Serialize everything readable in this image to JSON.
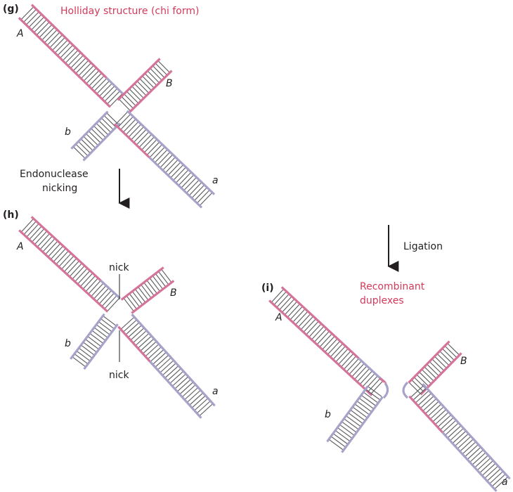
{
  "colors": {
    "pink": "#d5739a",
    "lavender": "#a6a2c9",
    "rung": "#58595b",
    "label_red": "#d33a5a",
    "arrow": "#231f20"
  },
  "panel_g": {
    "label": "(g)",
    "title": "Holliday structure (chi form)",
    "alleles": {
      "A": "A",
      "B": "B",
      "b": "b",
      "a": "a"
    },
    "step_label_line1": "Endonuclease",
    "step_label_line2": "nicking"
  },
  "panel_h": {
    "label": "(h)",
    "alleles": {
      "A": "A",
      "B": "B",
      "b": "b",
      "a": "a"
    },
    "nick_top": "nick",
    "nick_bottom": "nick"
  },
  "panel_i": {
    "label": "(i)",
    "step_label": "Ligation",
    "title_line1": "Recombinant",
    "title_line2": "duplexes",
    "alleles": {
      "A": "A",
      "B": "B",
      "b": "b",
      "a": "a"
    }
  }
}
